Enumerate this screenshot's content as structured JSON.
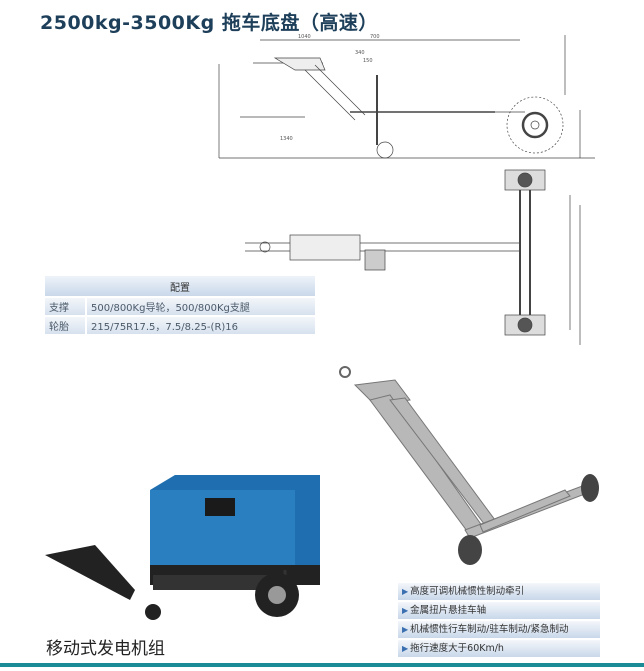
{
  "title": "2500kg-3500Kg 拖车底盘（高速）",
  "drawing": {
    "dims": [
      "1040",
      "700",
      "340",
      "150",
      "1340"
    ]
  },
  "spec_table": {
    "header": "配置",
    "rows": [
      {
        "key": "支撑",
        "value": "500/800Kg导轮，500/800Kg支腿"
      },
      {
        "key": "轮胎",
        "value": "215/75R17.5，7.5/8.25-(R)16"
      }
    ]
  },
  "features": [
    "高度可调机械惯性制动牵引",
    "金属扭片悬挂车轴",
    "机械惯性行车制动/驻车制动/紧急制动",
    "拖行速度大于60Km/h"
  ],
  "caption": "移动式发电机组",
  "colors": {
    "title": "#1d3f5a",
    "accent_bar": "#1b8c95",
    "generator": "#1f6fb0"
  }
}
